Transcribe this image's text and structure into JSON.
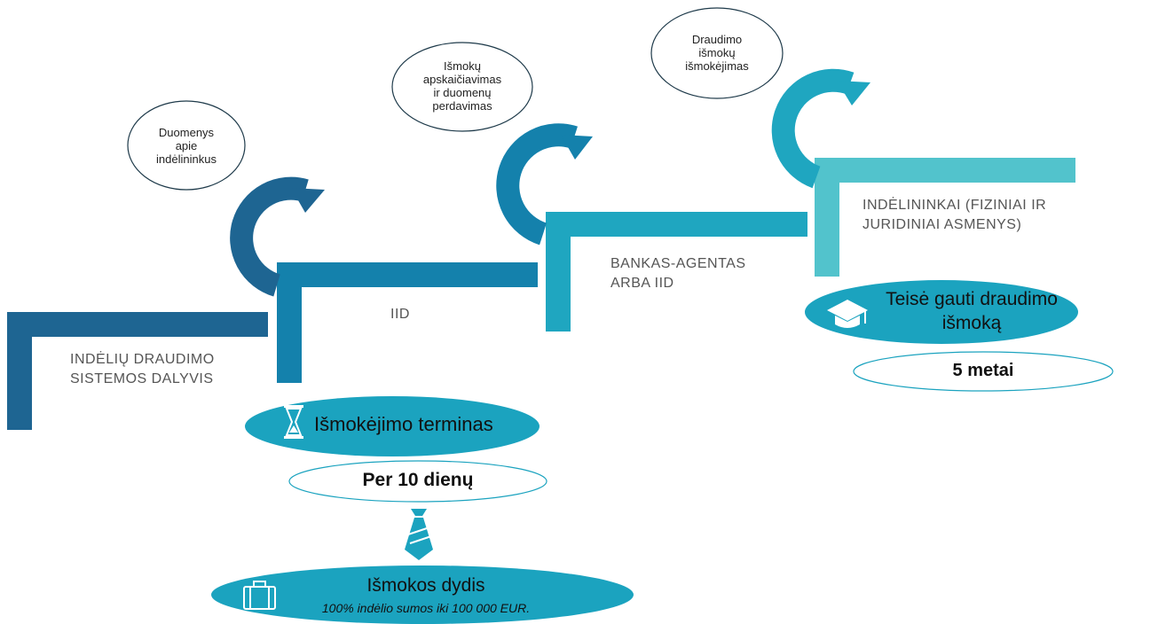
{
  "colors": {
    "step1": "#1e6592",
    "step2": "#1481ac",
    "step3": "#1fa6c0",
    "step4": "#52c3cc",
    "pill": "#1ba3bf"
  },
  "steps": [
    {
      "label_line1": "INDĖLIŲ DRAUDIMO",
      "label_line2": "SISTEMOS DALYVIS"
    },
    {
      "label_line1": "IID",
      "label_line2": ""
    },
    {
      "label_line1": "BANKAS-AGENTAS",
      "label_line2": "ARBA IID"
    },
    {
      "label_line1": "INDĖLININKAI (FIZINIAI IR",
      "label_line2": "JURIDINIAI ASMENYS)"
    }
  ],
  "bubbles": [
    {
      "lines": [
        "Duomenys",
        "apie",
        "indėlininkus"
      ]
    },
    {
      "lines": [
        "Išmokų",
        "apskaičiavimas",
        "ir duomenų",
        "perdavimas"
      ]
    },
    {
      "lines": [
        "Draudimo",
        "išmokų",
        "išmokėjimas"
      ]
    }
  ],
  "payout_term": {
    "icon": "hourglass-icon",
    "title": "Išmokėjimo terminas",
    "value": "Per 10 dienų"
  },
  "right": {
    "icon": "graduation-cap-icon",
    "title_line1": "Teisė gauti draudimo",
    "title_line2": "išmoką",
    "value": "5 metai"
  },
  "amount": {
    "tie_icon": "necktie-icon",
    "icon": "briefcase-icon",
    "title": "Išmokos dydis",
    "subtitle": "100% indėlio sumos iki 100 000 EUR."
  }
}
